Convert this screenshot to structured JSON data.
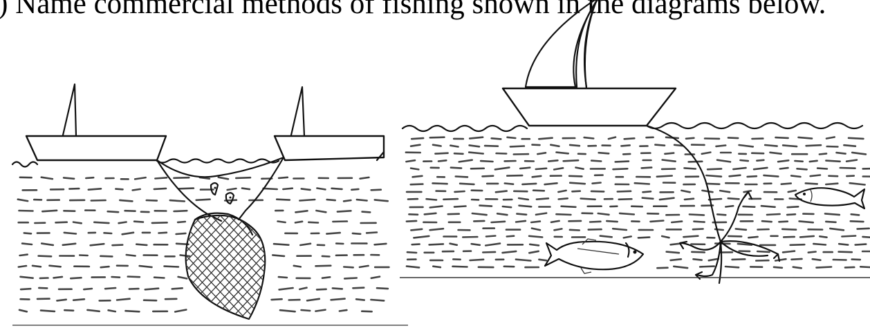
{
  "question": {
    "text": "a) Name commercial methods of fishing shown in the diagrams below."
  },
  "diagrams": [
    {
      "name": "left-diagram",
      "icons": [
        "sailboat-left-icon",
        "sailboat-right-icon",
        "trawl-net-icon",
        "small-fish-icon"
      ]
    },
    {
      "name": "right-diagram",
      "icons": [
        "sailboat-icon",
        "fishing-line-icon",
        "hook-icon",
        "fish-icon"
      ]
    }
  ],
  "colors": {
    "ink": "#111111",
    "background": "#ffffff"
  }
}
